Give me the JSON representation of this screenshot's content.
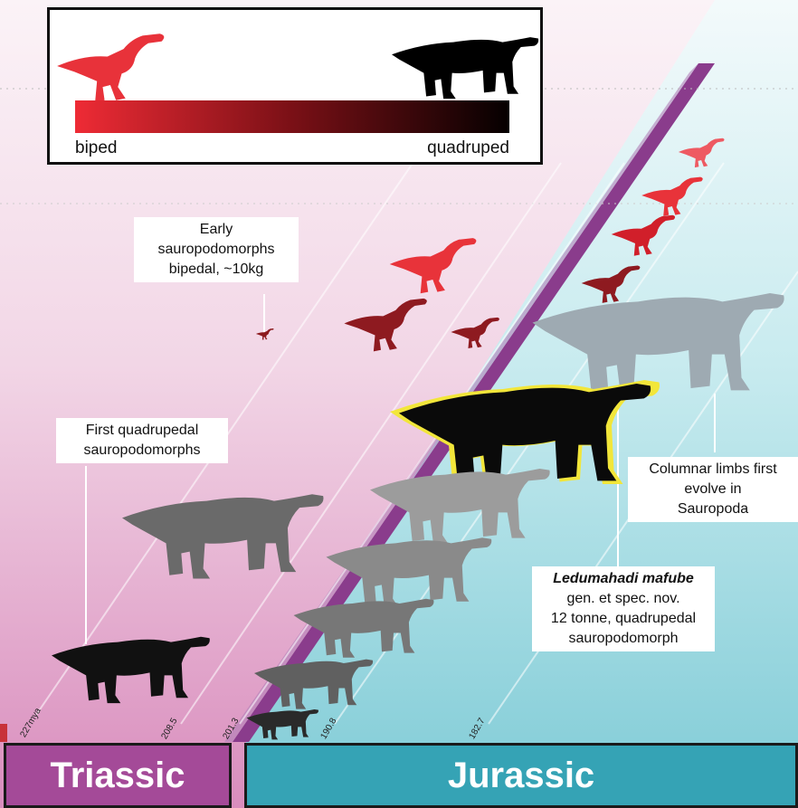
{
  "legend": {
    "left_label": "biped",
    "right_label": "quadruped",
    "biped_color": "#e8323a",
    "quadruped_color": "#000000"
  },
  "callouts": {
    "early": "Early sauropodomorphs bipedal, ~10kg",
    "early_lines": [
      "Early",
      "sauropodomorphs",
      "bipedal, ~10kg"
    ],
    "first_quad_lines": [
      "First quadrupedal",
      "sauropodomorphs"
    ],
    "columnar_lines": [
      "Columnar limbs first",
      "evolve in",
      "Sauropoda"
    ],
    "ledumahadi_name": "Ledumahadi mafube",
    "ledumahadi_lines": [
      "gen. et spec. nov.",
      "12 tonne, quadrupedal",
      "sauropodomorph"
    ]
  },
  "timeline": {
    "ticks": [
      "227mya",
      "208.5",
      "201.3",
      "190.8",
      "182.7"
    ]
  },
  "periods": {
    "triassic": "Triassic",
    "jurassic": "Jurassic",
    "triassic_color": "#a44a98",
    "jurassic_color": "#35a3b5"
  },
  "colors": {
    "triassic_bg": "#e9b7d4",
    "jurassic_bg": "#8fd3dc",
    "boundary_band": "#8a3c8c",
    "highlight_outline": "#f2e63a"
  }
}
